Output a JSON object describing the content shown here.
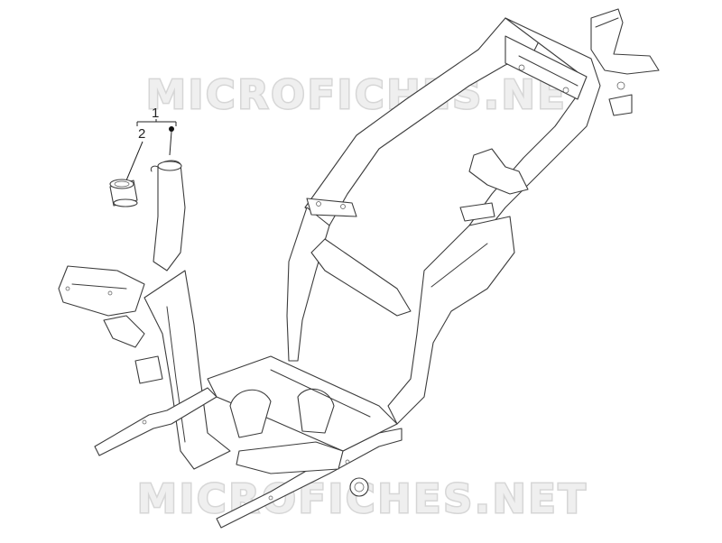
{
  "watermark": {
    "text_top": "MICROFICHES.NET",
    "text_bottom": "MICROFICHES.NET"
  },
  "callouts": [
    {
      "id": "1",
      "label": "1"
    },
    {
      "id": "2",
      "label": "2"
    }
  ],
  "colors": {
    "ink": "#3c3c3c",
    "watermark": "#d6d6d6",
    "background": "#ffffff"
  }
}
